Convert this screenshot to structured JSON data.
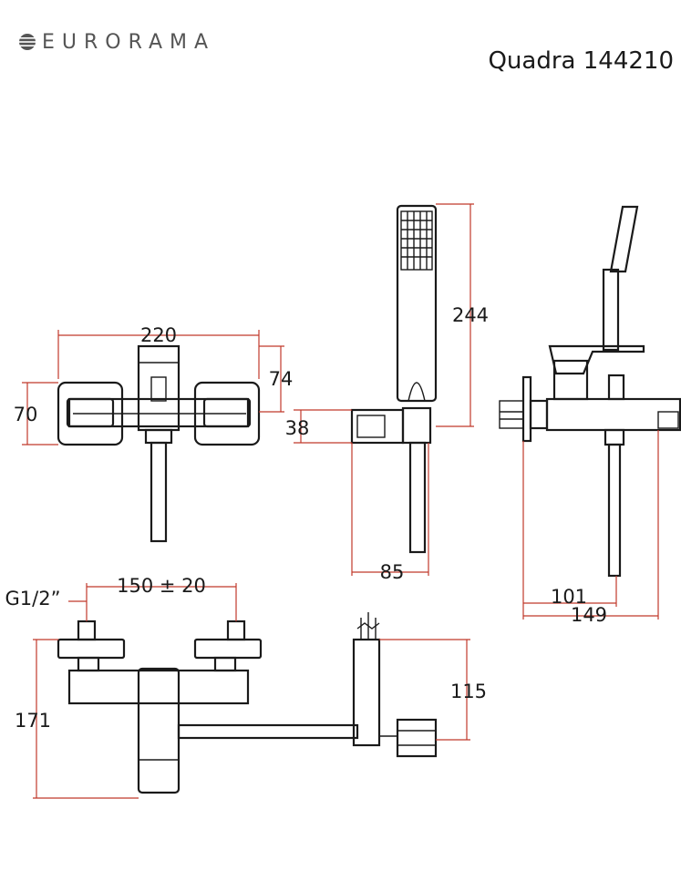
{
  "brand": {
    "name": "EURORAMA",
    "logo_icon": "striped-globe-icon"
  },
  "model": {
    "title": "Quadra 144210"
  },
  "dimensions": {
    "top_view_width": "220",
    "top_view_depth": "74",
    "top_view_height": "70",
    "handshower_length": "244",
    "holder_height": "38",
    "holder_offset": "85",
    "side_spout_depth": "101",
    "side_total_depth": "149",
    "inlet_thread": "G1/2”",
    "inlet_spacing": "150 ± 20",
    "front_height": "171",
    "diverter_height": "115"
  },
  "colors": {
    "outline": "#1a1a1a",
    "dimension_line": "#c0392b",
    "brand_text": "#555555"
  }
}
